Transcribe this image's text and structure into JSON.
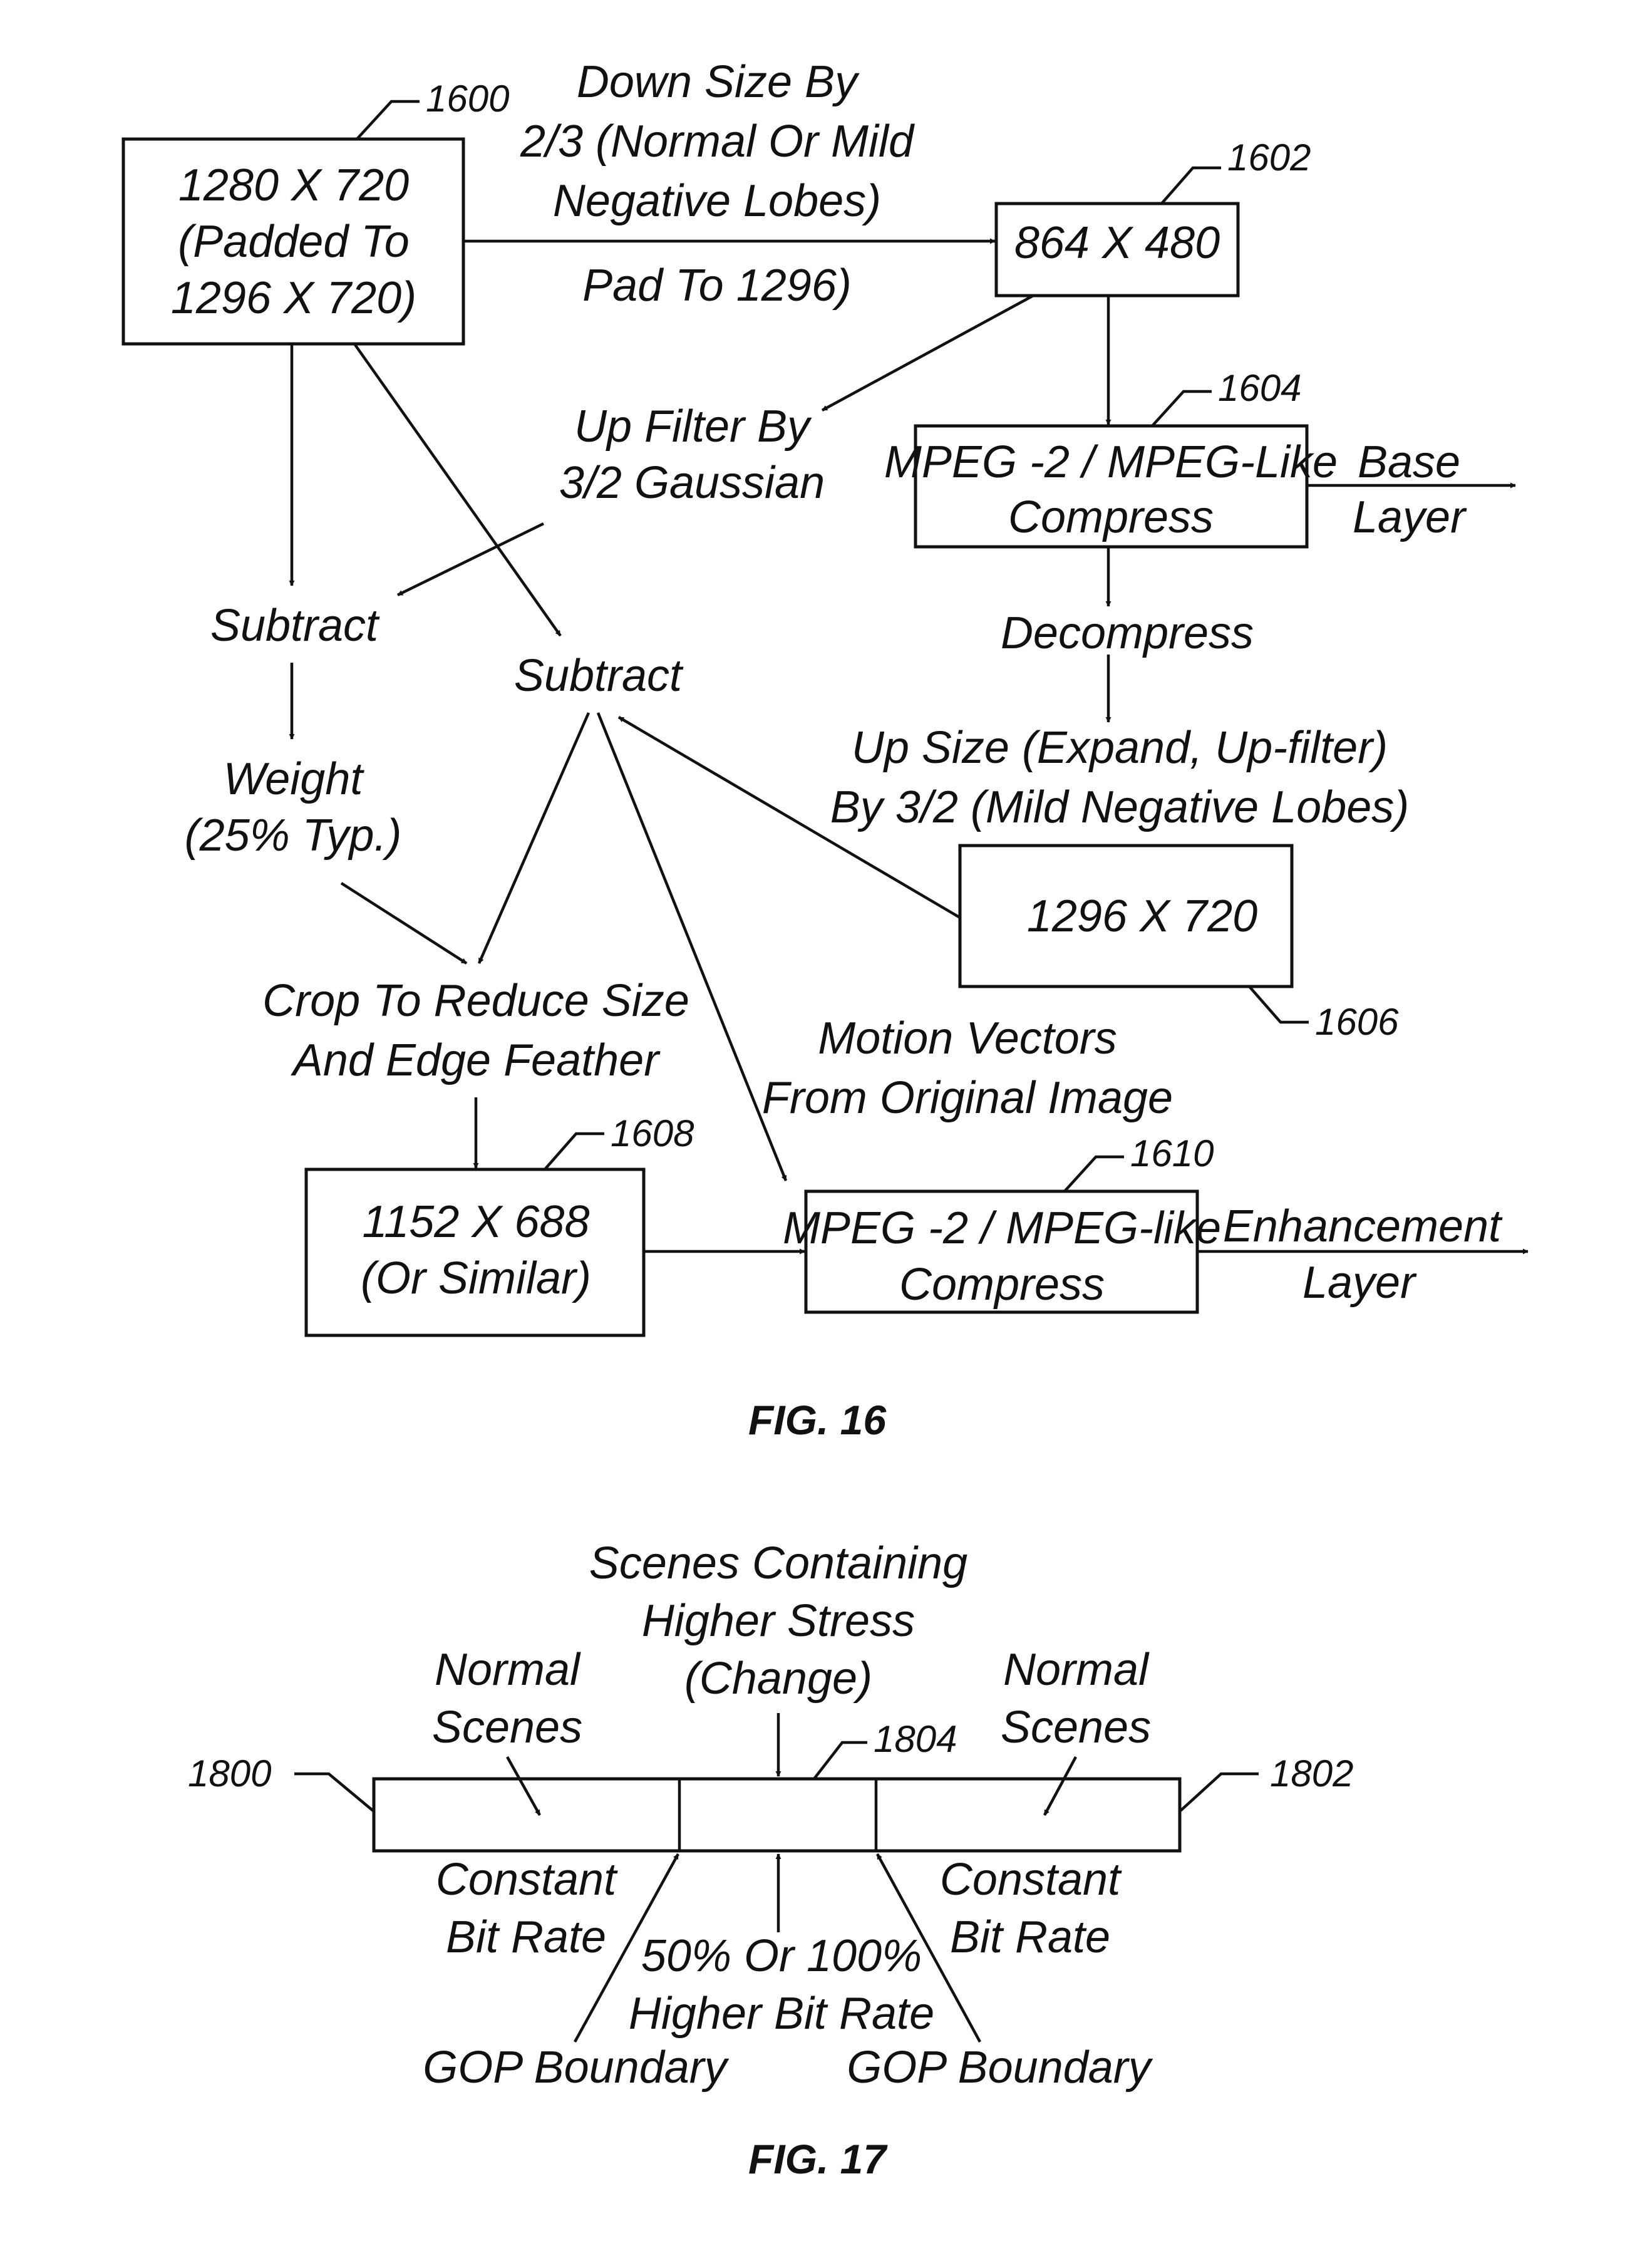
{
  "fig16": {
    "caption": "FIG. 16",
    "box_1600": {
      "ref": "1600",
      "lines": [
        "1280 X 720",
        "(Padded To",
        "1296 X 720)"
      ]
    },
    "box_1602": {
      "ref": "1602",
      "lines": [
        "864 X 480"
      ]
    },
    "box_1604": {
      "ref": "1604",
      "lines": [
        "MPEG -2 / MPEG-Like",
        "Compress"
      ]
    },
    "box_1606": {
      "ref": "1606",
      "lines": [
        "1296 X 720"
      ]
    },
    "box_1608": {
      "ref": "1608",
      "lines": [
        "1152 X 688",
        "(Or Similar)"
      ]
    },
    "box_1610": {
      "ref": "1610",
      "lines": [
        "MPEG -2 / MPEG-like",
        "Compress"
      ]
    },
    "labels": {
      "downsize": [
        "Down Size By",
        "2/3 (Normal Or Mild",
        "Negative Lobes)"
      ],
      "pad": "Pad To 1296)",
      "upfilter": [
        "Up Filter By",
        "3/2 Gaussian"
      ],
      "subtract_left": "Subtract",
      "subtract_mid": "Subtract",
      "weight": [
        "Weight",
        "(25% Typ.)"
      ],
      "crop": [
        "Crop To Reduce Size",
        "And Edge Feather"
      ],
      "motion": [
        "Motion Vectors",
        "From Original Image"
      ],
      "decompress": "Decompress",
      "upsize": [
        "Up Size (Expand, Up-filter)",
        "By 3/2 (Mild Negative Lobes)"
      ],
      "base": [
        "Base",
        "Layer"
      ],
      "enhancement": [
        "Enhancement",
        "Layer"
      ]
    }
  },
  "fig17": {
    "caption": "FIG. 17",
    "refs": {
      "left": "1800",
      "right": "1802",
      "middle": "1804"
    },
    "labels": {
      "stress": [
        "Scenes Containing",
        "Higher Stress",
        "(Change)"
      ],
      "normal_left": [
        "Normal",
        "Scenes"
      ],
      "normal_right": [
        "Normal",
        "Scenes"
      ],
      "cbr_left": [
        "Constant",
        "Bit Rate"
      ],
      "cbr_right": [
        "Constant",
        "Bit Rate"
      ],
      "higher": [
        "50% Or 100%",
        "Higher Bit Rate"
      ],
      "gop_left": "GOP Boundary",
      "gop_right": "GOP Boundary"
    }
  }
}
